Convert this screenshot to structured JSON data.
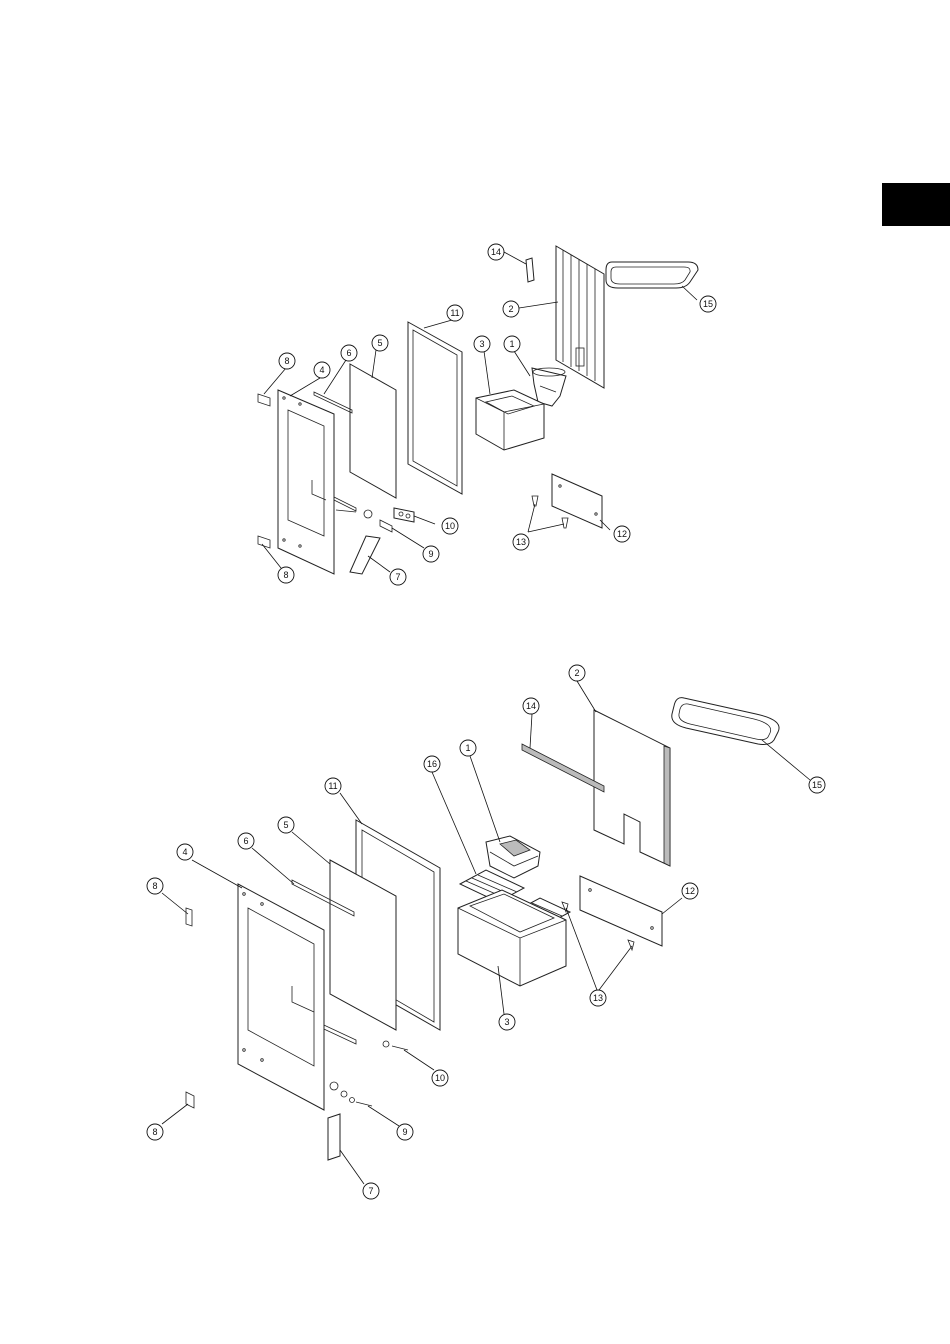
{
  "callouts": {
    "c1": "1",
    "c2": "2",
    "c3": "3",
    "c4": "4",
    "c5": "5",
    "c6": "6",
    "c7": "7",
    "c8": "8",
    "c9": "9",
    "c10": "10",
    "c11": "11",
    "c12": "12",
    "c13": "13",
    "c14": "14",
    "c15": "15",
    "c16": "16"
  },
  "colors": {
    "tab": "#000000",
    "line": "#222222"
  }
}
